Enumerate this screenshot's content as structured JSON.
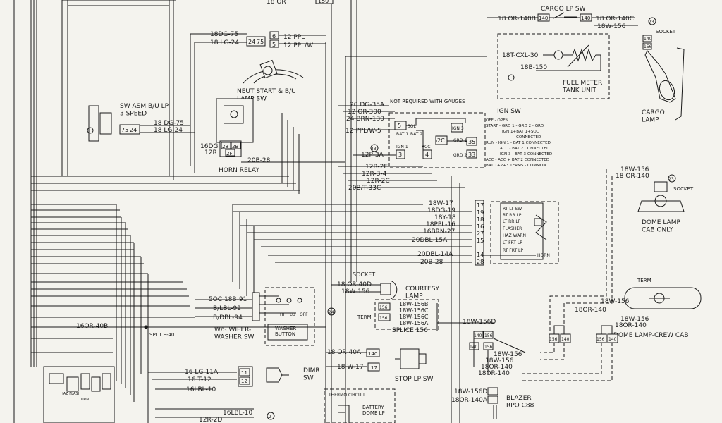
{
  "top_fragment": "18 OR",
  "top_fragment_pin": "150",
  "cargo_lp_sw": {
    "title": "CARGO LP SW",
    "left_wire": "18 OR-140B",
    "left_pin": "140",
    "right_pin": "140",
    "right_wire1": "18 OR-140C",
    "right_wire2": "18W-156",
    "socket": "SOCKET",
    "socket_pins": [
      "140",
      "156"
    ],
    "lamp": "CARGO\nLAMP"
  },
  "fuel_meter": {
    "wire1": "18T-CXL-30",
    "wire2": "18B-150",
    "label": "FUEL METER\nTANK UNIT"
  },
  "neut_start": {
    "wire1": "18DG-75",
    "wire2": "18 LG-24",
    "pins": [
      "24",
      "75"
    ],
    "right_pins": [
      "6",
      "5"
    ],
    "right_wire1": "12 PPL",
    "right_wire2": "12 PPL/W",
    "label": "NEUT START & B/U\nLAMP SW"
  },
  "sw_asm": {
    "label": "SW ASM B/U LP\n3 SPEED",
    "pins": [
      "75",
      "24"
    ],
    "wire1": "18 DG-75",
    "wire2": "18 LG-24"
  },
  "horn_relay": {
    "label": "HORN RELAY",
    "wire1": "16DG",
    "wire2": "12R",
    "pins": [
      "2F",
      "28",
      "2B"
    ],
    "out": "20B-28"
  },
  "ign_sw": {
    "title": "IGN SW",
    "note": "NOT REQUIRED WITH GAUGES",
    "wires": [
      "20 DG-35A",
      "12 OR-300",
      "24 BRN-130",
      "12 PPL/W-5",
      "12P-3A",
      "12R-2E",
      "12R-B-4",
      "12R-2C",
      "20B/T-33C"
    ],
    "terms": [
      "5",
      "SOL",
      "BAT 1",
      "BAT 2",
      "IGN 1",
      "3",
      "4",
      "ACC",
      "2C",
      "GRD 1",
      "35",
      "GRD 2",
      "33",
      "IGN 3",
      "SOL"
    ],
    "legend": [
      "OFF - OPEN",
      "START - GRD 1 - GRD 2 - GRD",
      "IGN 1+BAT 1+SOL",
      "CONNECTED",
      "RUN - IGN 1 - BAT 1 CONNECTED",
      "ACC - BAT 2 CONNECTED",
      "IGN 3 - BAT 3 CONNECTED",
      "ACC - ACC + BAT 2 CONNECTED",
      "BAT 1+2+3 TERMS - COMMON"
    ]
  },
  "turn_signal": {
    "wires": [
      "18W-17",
      "18DG-19",
      "18Y-18",
      "18PPL-16",
      "16BRN-27",
      "20DBL-15A",
      "20DBL-14A",
      "20B-28"
    ],
    "pins": [
      "17",
      "19",
      "18",
      "16",
      "27",
      "15",
      "14",
      "28"
    ],
    "labels": [
      "RT LT SW",
      "RT RR LP",
      "LT RR LP",
      "FLASHER",
      "HAZ WARN",
      "LT FRT LP",
      "RT FRT LP"
    ],
    "horn": "HORN"
  },
  "dome_lamp_cab": {
    "wire1": "18W-156",
    "wire2": "18 OR-140",
    "socket": "SOCKET",
    "label": "DOME LAMP\nCAB ONLY"
  },
  "courtesy": {
    "socket": "SOCKET",
    "wire1": "18 OR-40D",
    "wire2": "18W-156",
    "label": "COURTESY\nLAMP",
    "term": "TERM",
    "splice_wires": [
      "18W-156B",
      "18W-156C",
      "18W-156C",
      "18W-156A"
    ],
    "splice": "SPLICE 156",
    "splice_pins": [
      "156",
      "156"
    ]
  },
  "wiper": {
    "wires": [
      "5OC 18B-91",
      "B/LBL-92",
      "B/DBL-94"
    ],
    "label": "W/S WIPER-\nWASHER SW",
    "washer": "WASHER\nBUTTON",
    "positions": [
      "HI",
      "LO",
      "OFF"
    ]
  },
  "splice40": {
    "wire": "16OR-40B",
    "label": "SPLICE-40"
  },
  "stop_lp": {
    "wire1": "18 OR-40A",
    "pin1": "140",
    "wire2": "18 W-17",
    "pin2": "17",
    "label": "STOP LP SW"
  },
  "dimr": {
    "wires": [
      "16 LG-11A",
      "16 T-12",
      "16LBL-10"
    ],
    "pins": [
      "11",
      "12"
    ],
    "label": "DIMR\nSW"
  },
  "circle_24": "24",
  "dome_crew": {
    "term": "TERM",
    "wires": [
      "18W-156",
      "18OR-140",
      "18W-156",
      "18OR-140"
    ],
    "label": "DOME LAMP-CREW CAB",
    "pins": [
      "156",
      "140",
      "156",
      "140"
    ]
  },
  "mid_cluster": {
    "wire_d": "18W-156D",
    "pins": [
      "140",
      "156",
      "140",
      "156"
    ],
    "wires": [
      "18W-156",
      "18W-156",
      "18OR-140",
      "18OR-140"
    ]
  },
  "blazer": {
    "wire1": "18W-156D",
    "wire2": "18OR-140A",
    "label": "BLAZER\nRPO C88"
  },
  "bottom": {
    "thermo": "THERMO CIRCUIT",
    "battery": "BATTERY\nDOME LP",
    "w1": "16LBL-10",
    "w2": "12R-2D",
    "circle": "2",
    "fuse_labels": [
      "HAZ FLASH",
      "TURN"
    ]
  },
  "circle_refs": [
    "23",
    "23",
    "43"
  ]
}
